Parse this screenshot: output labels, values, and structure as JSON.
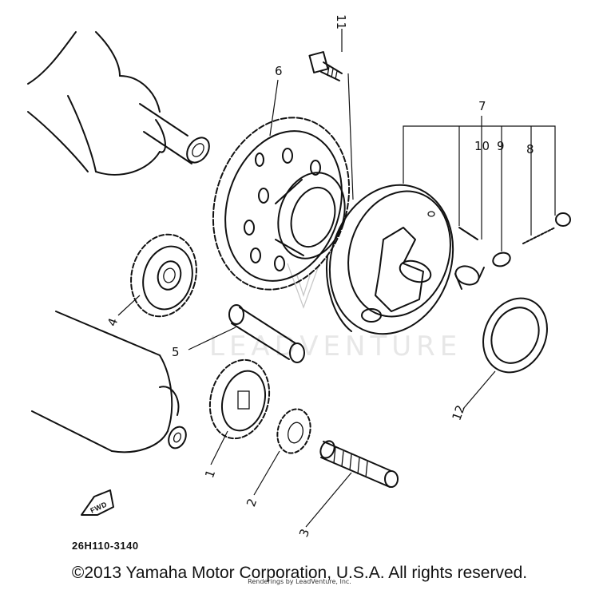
{
  "callouts": {
    "c1": "1",
    "c2": "2",
    "c3": "3",
    "c4": "4",
    "c5": "5",
    "c6": "6",
    "c7": "7",
    "c8": "8",
    "c9": "9",
    "c10": "10",
    "c11": "11",
    "c12": "12"
  },
  "fwd_label": "FWD",
  "diagram_code": "26H110-3140",
  "watermark": "LEADVENTURE",
  "copyright": "©2013 Yamaha Motor Corporation, U.S.A. All rights reserved.",
  "render_note": "Renderings by LeadVenture, Inc."
}
